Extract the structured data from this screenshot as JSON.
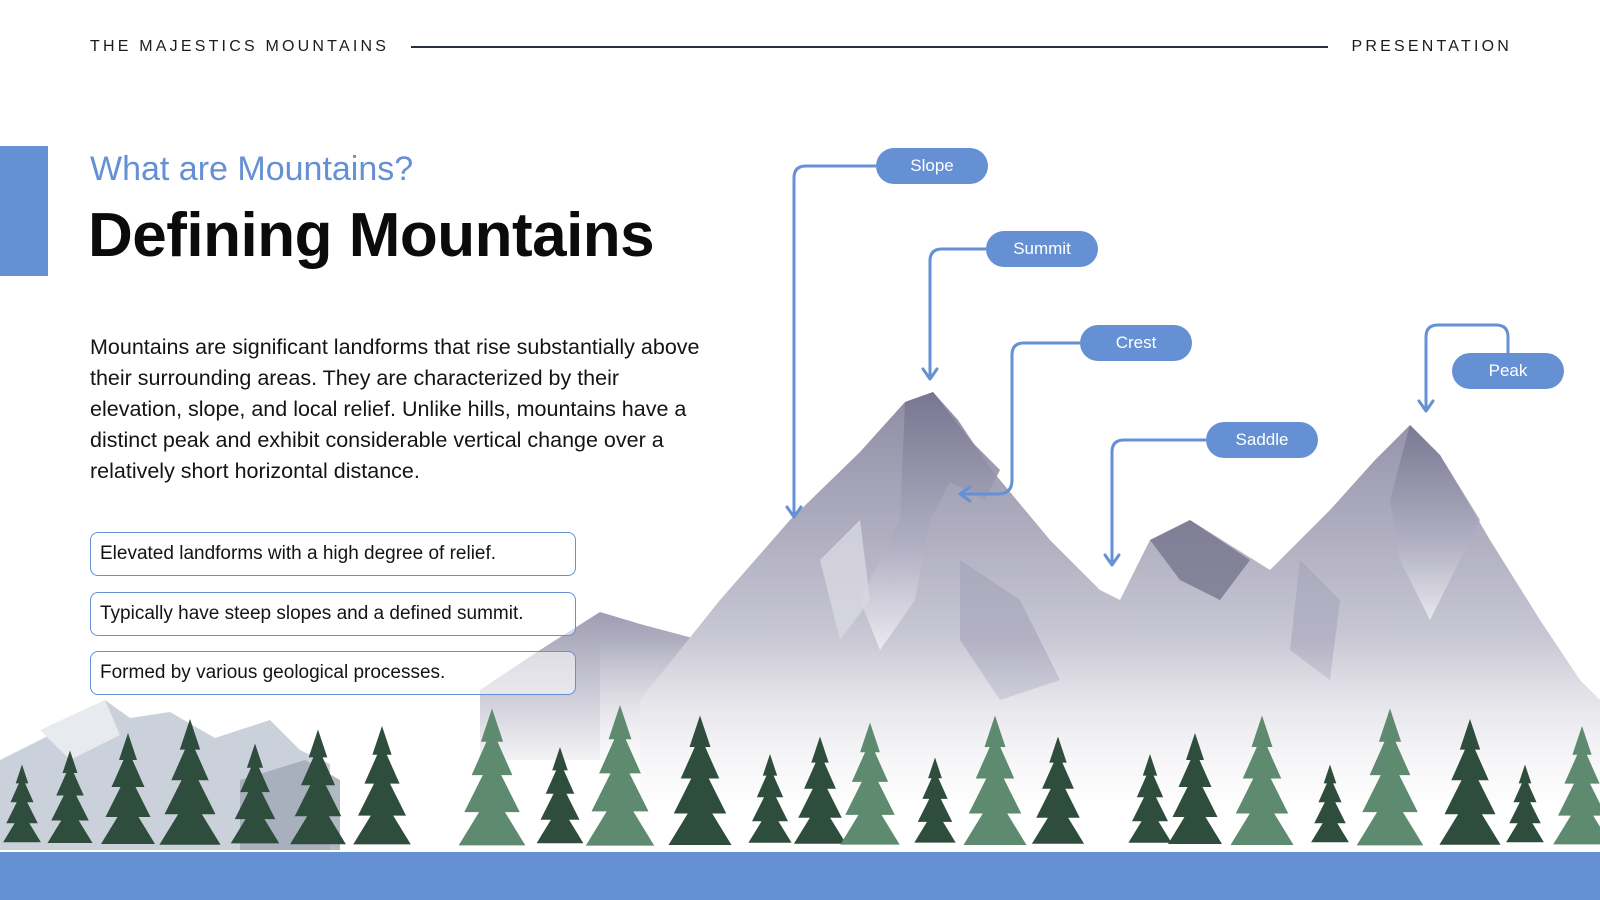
{
  "header": {
    "brand": "THE MAJESTICS MOUNTAINS",
    "section": "PRESENTATION"
  },
  "content": {
    "subtitle": "What are Mountains?",
    "title": "Defining Mountains",
    "body": "Mountains are significant landforms that rise substantially above their surrounding areas. They are characterized by their elevation, slope, and local relief. Unlike hills, mountains have a distinct peak and exhibit considerable vertical change over a relatively short horizontal distance.",
    "bullets": [
      "Elevated landforms with a high degree of relief.",
      "Typically have steep slopes and a defined summit.",
      "Formed by various geological processes."
    ]
  },
  "diagram_labels": {
    "slope": "Slope",
    "summit": "Summit",
    "crest": "Crest",
    "saddle": "Saddle",
    "peak": "Peak"
  },
  "colors": {
    "accent": "#6690d4",
    "rule": "#283241",
    "text": "#141414"
  }
}
